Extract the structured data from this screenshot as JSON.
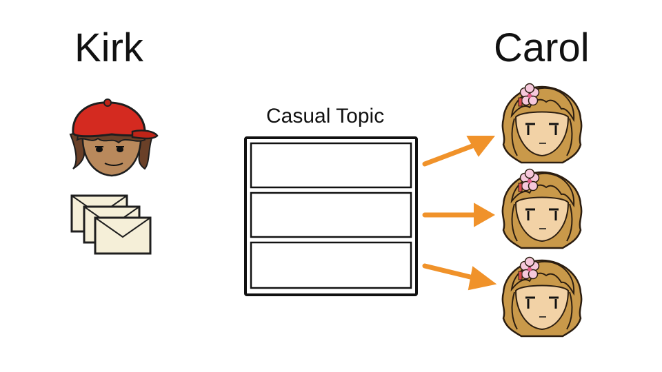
{
  "sender": {
    "name": "Kirk"
  },
  "receiver": {
    "name": "Carol"
  },
  "topic": {
    "label": "Casual Topic",
    "partitions": 3
  },
  "colors": {
    "arrow": "#f0922a",
    "cap": "#d42a20",
    "skin_kirk": "#b9895c",
    "skin_carol": "#f2d2a6",
    "hair_kirk": "#6a4028",
    "hair_carol": "#c9994a",
    "envelope": "#f5efd8",
    "flower": "#f6c8dc"
  },
  "icons": [
    "kirk-avatar-icon",
    "envelope-stack-icon",
    "carol-avatar-icon",
    "arrow-icon"
  ]
}
